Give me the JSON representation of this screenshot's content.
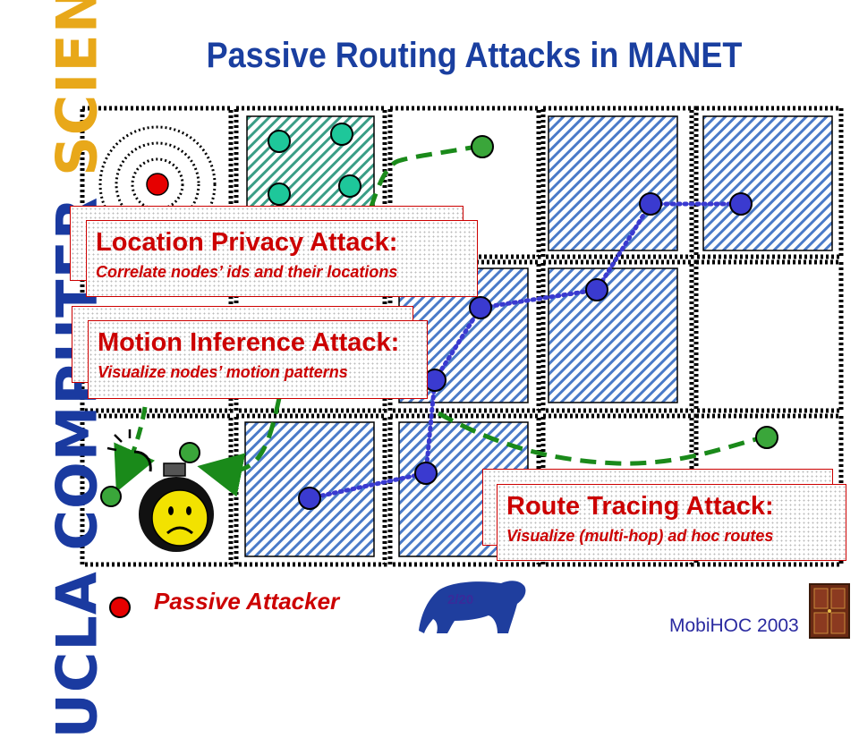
{
  "slide": {
    "title": "Passive Routing Attacks in MANET",
    "branding": {
      "part1": "UCLA COMPUTER",
      "part2": "SCIENCE"
    },
    "legend": {
      "label": "Passive Attacker",
      "color": "#e60000"
    },
    "page_number": "2/20",
    "conference": "MobiHOC 2003"
  },
  "callouts": [
    {
      "title": "Location Privacy Attack:",
      "body": "Correlate nodes’ ids and their locations"
    },
    {
      "title": "Motion Inference Attack:",
      "body": "Visualize nodes’ motion patterns"
    },
    {
      "title": "Route Tracing Attack:",
      "body": "Visualize (multi-hop) ad hoc routes"
    }
  ],
  "colors": {
    "title": "#1a3fa0",
    "callout_text": "#cc0000",
    "route_blue": "#3a3ad0",
    "motion_green": "#1a8a1a",
    "teal_node": "#1ec79a",
    "green_node": "#3aa63a"
  }
}
